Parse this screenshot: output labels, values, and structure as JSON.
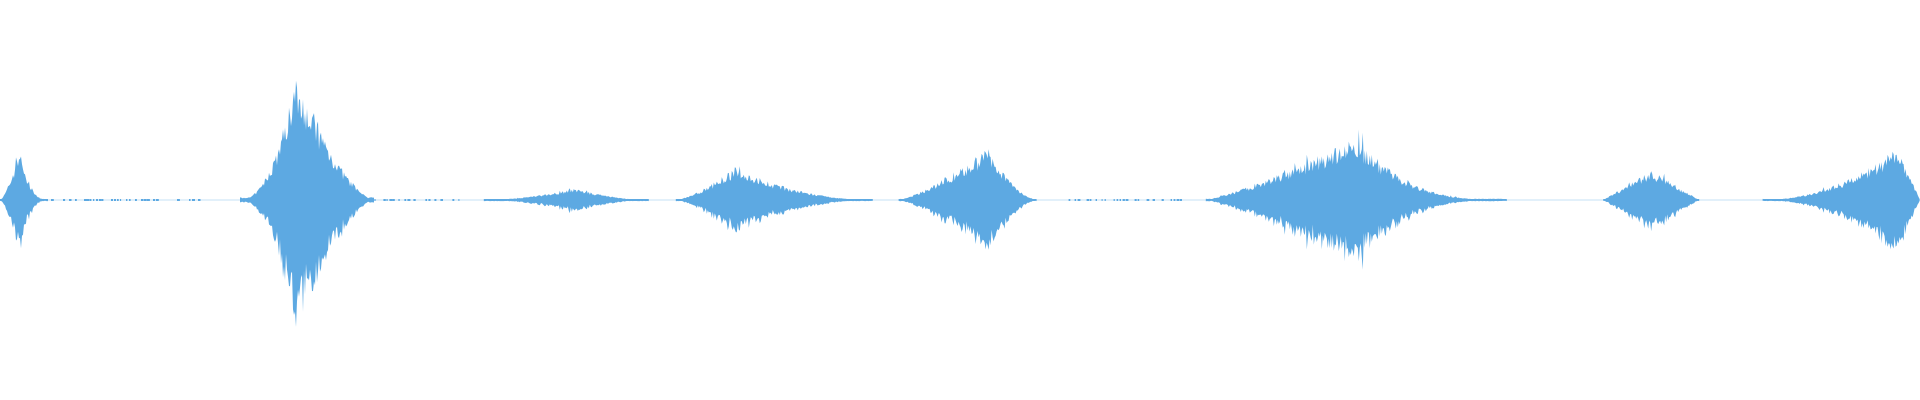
{
  "waveform": {
    "color": "#5DA9E2",
    "background": "#FFFFFF",
    "amplitude_ceiling": 1.0,
    "segments": [
      {
        "name": "burst-1",
        "start": 0.0,
        "end": 0.025,
        "peak": 0.4,
        "peak_pos": 0.4,
        "attack": 1.5,
        "decay": 2.5
      },
      {
        "name": "tail-1",
        "start": 0.025,
        "end": 0.11,
        "peak": 0.02,
        "peak_pos": 0.05,
        "attack": 1.0,
        "decay": 1.0,
        "dotted": true
      },
      {
        "name": "burst-2",
        "start": 0.125,
        "end": 0.195,
        "peak": 1.0,
        "peak_pos": 0.42,
        "attack": 2.2,
        "decay": 1.6
      },
      {
        "name": "tail-2",
        "start": 0.195,
        "end": 0.24,
        "peak": 0.02,
        "peak_pos": 0.05,
        "attack": 1.0,
        "decay": 1.0,
        "dotted": true
      },
      {
        "name": "burst-3",
        "start": 0.252,
        "end": 0.338,
        "peak": 0.09,
        "peak_pos": 0.55,
        "attack": 1.8,
        "decay": 1.8
      },
      {
        "name": "burst-4",
        "start": 0.352,
        "end": 0.455,
        "peak": 0.25,
        "peak_pos": 0.3,
        "attack": 1.4,
        "decay": 2.0
      },
      {
        "name": "burst-5",
        "start": 0.468,
        "end": 0.54,
        "peak": 0.4,
        "peak_pos": 0.65,
        "attack": 1.3,
        "decay": 1.6
      },
      {
        "name": "tail-3",
        "start": 0.555,
        "end": 0.615,
        "peak": 0.03,
        "peak_pos": 0.75,
        "attack": 1.0,
        "decay": 1.0,
        "dotted": true
      },
      {
        "name": "burst-6",
        "start": 0.628,
        "end": 0.785,
        "peak": 0.48,
        "peak_pos": 0.5,
        "attack": 1.2,
        "decay": 2.8
      },
      {
        "name": "burst-7",
        "start": 0.835,
        "end": 0.885,
        "peak": 0.23,
        "peak_pos": 0.5,
        "attack": 1.0,
        "decay": 1.0
      },
      {
        "name": "burst-8",
        "start": 0.918,
        "end": 1.0,
        "peak": 0.4,
        "peak_pos": 0.85,
        "attack": 2.0,
        "decay": 1.0
      }
    ]
  }
}
